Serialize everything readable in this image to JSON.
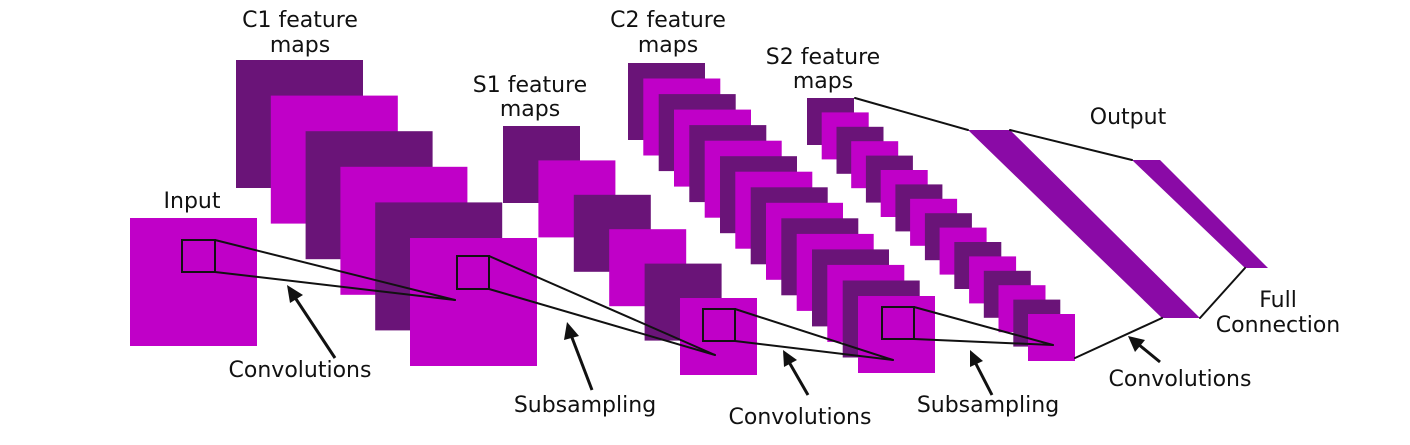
{
  "colors": {
    "light": "#c000c8",
    "dark": "#6a1478",
    "output": "#8a0aa6",
    "line": "#111111",
    "text": "#111111"
  },
  "labels": {
    "input": "Input",
    "c1_line1": "C1 feature",
    "c1_line2": "maps",
    "s1_line1": "S1 feature",
    "s1_line2": "maps",
    "c2_line1": "C2 feature",
    "c2_line2": "maps",
    "s2_line1": "S2 feature",
    "s2_line2": "maps",
    "output": "Output",
    "conv1": "Convolutions",
    "sub1": "Subsampling",
    "conv2": "Convolutions",
    "sub2": "Subsampling",
    "conv3": "Convolutions",
    "full_line1": "Full",
    "full_line2": "Connection"
  },
  "layers": [
    {
      "name": "C1 feature maps",
      "maps": 6
    },
    {
      "name": "S1 feature maps",
      "maps": 6
    },
    {
      "name": "C2 feature maps",
      "maps": 16
    },
    {
      "name": "S2 feature maps",
      "maps": 16
    }
  ]
}
